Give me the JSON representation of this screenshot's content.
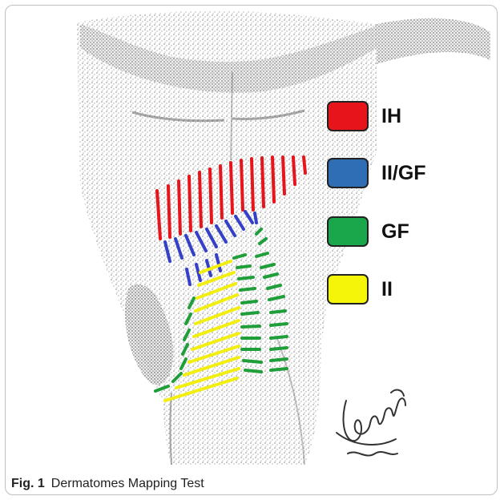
{
  "legend": {
    "items": [
      {
        "label": "IH",
        "color": "#e8141c"
      },
      {
        "label": "II/GF",
        "color": "#2f6db5"
      },
      {
        "label": "GF",
        "color": "#1aa64a"
      },
      {
        "label": "II",
        "color": "#f5f50a"
      }
    ]
  },
  "caption": {
    "label": "Fig. 1",
    "text": "Dermatomes Mapping Test"
  },
  "signature": {
    "text": "Renzi"
  },
  "colors": {
    "ih": "#e8141c",
    "ii_gf_lines": "#3440c8",
    "gf_lines": "#1f9e3a",
    "ii_lines": "#f2ee10"
  }
}
